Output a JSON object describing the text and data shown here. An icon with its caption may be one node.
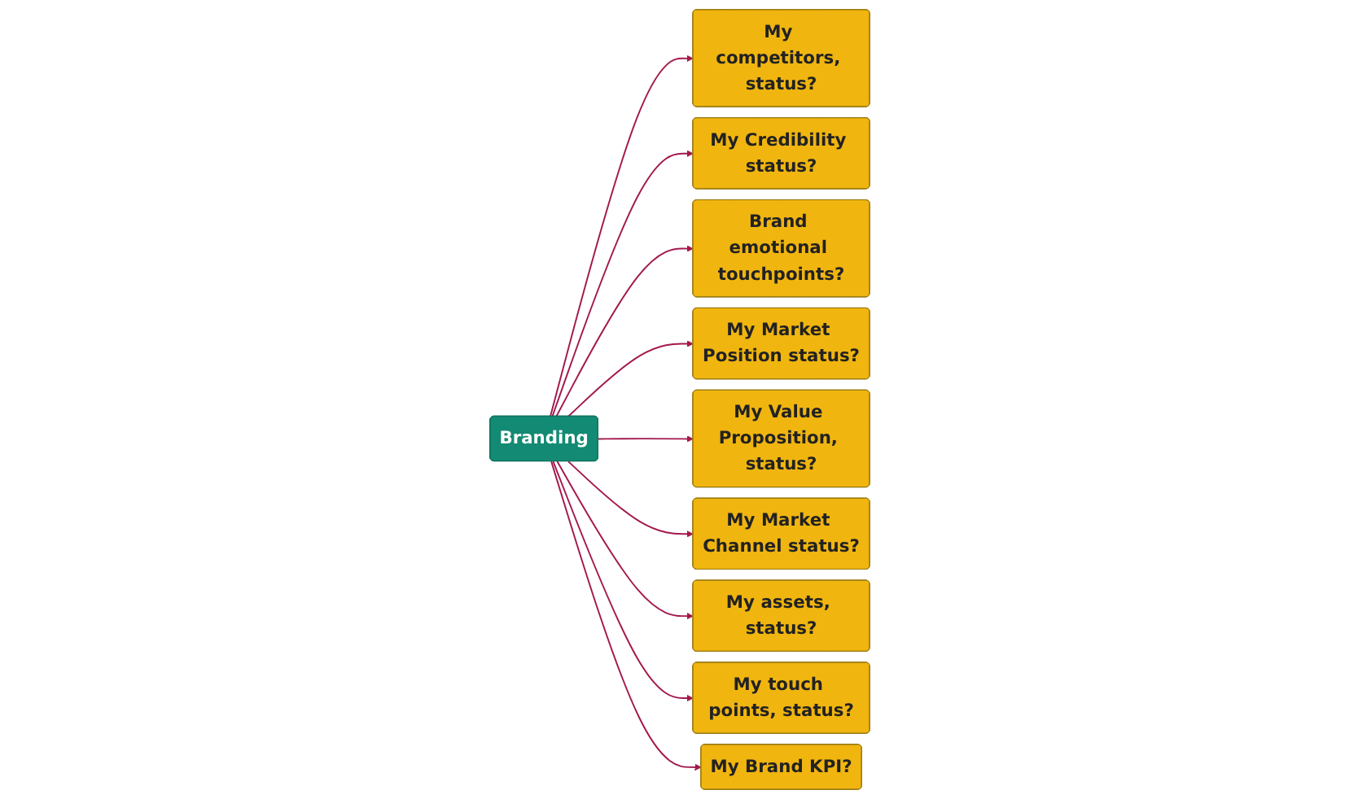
{
  "diagram": {
    "nodes": [
      {
        "text": [
          "Branding"
        ]
      },
      {
        "text": [
          "My competitors, status?"
        ]
      },
      {
        "text": [
          "My Credibility status?"
        ]
      },
      {
        "text": [
          "Brand emotional touchpoints?"
        ]
      },
      {
        "text": [
          "My Market Position status?"
        ]
      },
      {
        "text": [
          "My Value Proposition, status?"
        ]
      },
      {
        "text": [
          "My Market Channel status?"
        ]
      },
      {
        "text": [
          "My assets, status?"
        ]
      },
      {
        "text": [
          "My touch points, status?"
        ]
      },
      {
        "text": [
          "My Brand KPI?"
        ]
      }
    ],
    "edges": [
      {
        "from": 0,
        "to": 1,
        "arrow": "to"
      },
      {
        "from": 0,
        "to": 2,
        "arrow": "to"
      },
      {
        "from": 0,
        "to": 3,
        "arrow": "to"
      },
      {
        "from": 0,
        "to": 4,
        "arrow": "to"
      },
      {
        "from": 0,
        "to": 5,
        "arrow": "to"
      },
      {
        "from": 0,
        "to": 6,
        "arrow": "to"
      },
      {
        "from": 0,
        "to": 7,
        "arrow": "to"
      },
      {
        "from": 0,
        "to": 8,
        "arrow": "to"
      },
      {
        "from": 0,
        "to": 9,
        "arrow": "to"
      }
    ]
  }
}
